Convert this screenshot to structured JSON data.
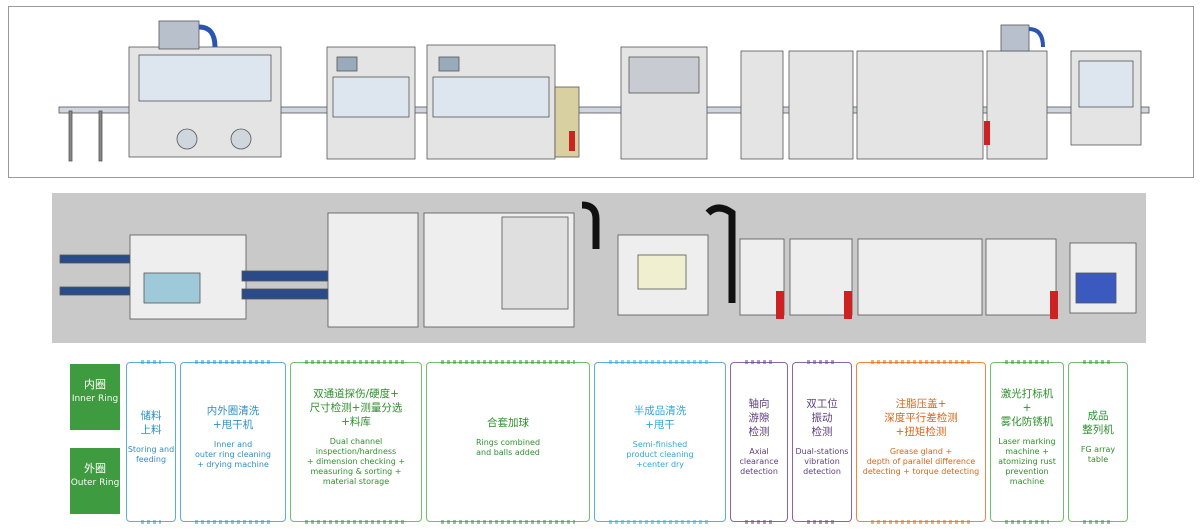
{
  "rings": {
    "inner": {
      "zh": "内圈",
      "en": "Inner Ring"
    },
    "outer": {
      "zh": "外圈",
      "en": "Outer Ring"
    }
  },
  "stages": [
    {
      "zh": [
        "储料",
        "上料"
      ],
      "en": [
        "Storing and",
        "feeding"
      ],
      "color": "#2f8fc4"
    },
    {
      "zh": [
        "内外圈清洗",
        "+甩干机"
      ],
      "en": [
        "Inner and",
        "outer ring cleaning",
        "+ drying machine"
      ],
      "color": "#2f8fc4"
    },
    {
      "zh": [
        "双通道探伤/硬度+",
        "尺寸检测+测量分选",
        "+料库"
      ],
      "en": [
        "Dual channel",
        "inspection/hardness",
        "+ dimension checking +",
        "measuring & sorting +",
        "material storage"
      ],
      "color": "#2f8f2f"
    },
    {
      "zh": [
        "合套加球"
      ],
      "en": [
        "Rings combined",
        "and  balls added"
      ],
      "color": "#2f8f2f"
    },
    {
      "zh": [
        "半成品清洗",
        "+甩干"
      ],
      "en": [
        "Semi-finished",
        "product cleaning",
        "+center dry"
      ],
      "color": "#2fa8d8"
    },
    {
      "zh": [
        "轴向",
        "游隙",
        "检测"
      ],
      "en": [
        "Axial",
        "clearance",
        "detection"
      ],
      "color": "#5f3f7f"
    },
    {
      "zh": [
        "双工位",
        "振动",
        "检测"
      ],
      "en": [
        "Dual-stations",
        "vibration",
        "detection"
      ],
      "color": "#5f3f7f"
    },
    {
      "zh": [
        "注脂压盖+",
        "深度平行差检测",
        "+扭矩检测"
      ],
      "en": [
        "Grease gland +",
        "depth of parallel difference",
        "detecting + torque detecting"
      ],
      "color": "#d8661a"
    },
    {
      "zh": [
        "激光打标机",
        "+",
        "雾化防锈机"
      ],
      "en": [
        "Laser marking",
        "machine +",
        "atomizing rust",
        "prevention",
        "machine"
      ],
      "color": "#2f8f2f"
    },
    {
      "zh": [
        "成品",
        "整列机"
      ],
      "en": [
        "FG array",
        "table"
      ],
      "color": "#2f8f2f"
    }
  ]
}
